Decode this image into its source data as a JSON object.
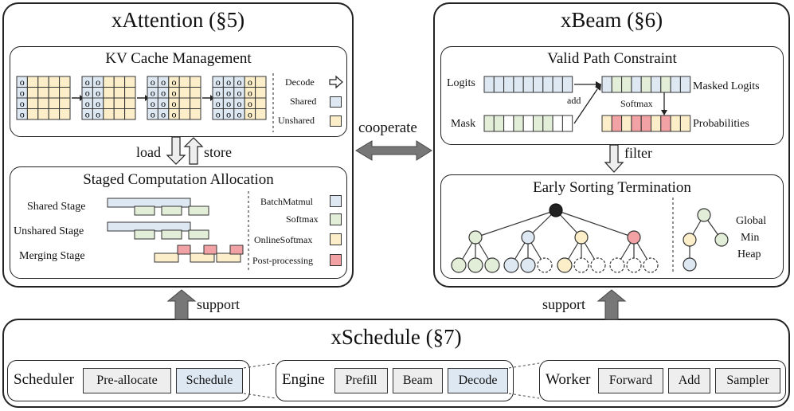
{
  "xattention": {
    "title": "xAttention (§5)",
    "kv_cache": {
      "title": "KV Cache Management",
      "cell_mark": "o",
      "legend": {
        "decode": "Decode",
        "shared": "Shared",
        "unshared": "Unshared"
      }
    },
    "load_label": "load",
    "store_label": "store",
    "staged": {
      "title": "Staged Computation Allocation",
      "stages": [
        "Shared Stage",
        "Unshared Stage",
        "Merging Stage"
      ],
      "legend": [
        "BatchMatmul",
        "Softmax",
        "OnlineSoftmax",
        "Post-processing"
      ]
    }
  },
  "cooperate_label": "cooperate",
  "xbeam": {
    "title": "xBeam (§6)",
    "valid_path": {
      "title": "Valid Path Constraint",
      "logits": "Logits",
      "mask": "Mask",
      "add": "add",
      "masked_logits": "Masked Logits",
      "softmax": "Softmax",
      "probabilities": "Probabilities"
    },
    "filter_label": "filter",
    "early_sort": {
      "title": "Early Sorting Termination",
      "heap_label": [
        "Global",
        "Min",
        "Heap"
      ]
    }
  },
  "support_left": "support",
  "support_right": "support",
  "xschedule": {
    "title": "xSchedule (§7)",
    "scheduler": {
      "label": "Scheduler",
      "buttons": [
        "Pre-allocate",
        "Schedule"
      ]
    },
    "engine": {
      "label": "Engine",
      "buttons": [
        "Prefill",
        "Beam",
        "Decode"
      ]
    },
    "worker": {
      "label": "Worker",
      "buttons": [
        "Forward",
        "Add",
        "Sampler"
      ]
    }
  },
  "colors": {
    "shared": "#dde8f3",
    "unshared": "#fbeec9",
    "softmax": "#e3eed9",
    "post": "#f2a1a4",
    "dark_node": "#222222",
    "arrow_gray": "#777777",
    "button_gray": "#eeeeee"
  }
}
